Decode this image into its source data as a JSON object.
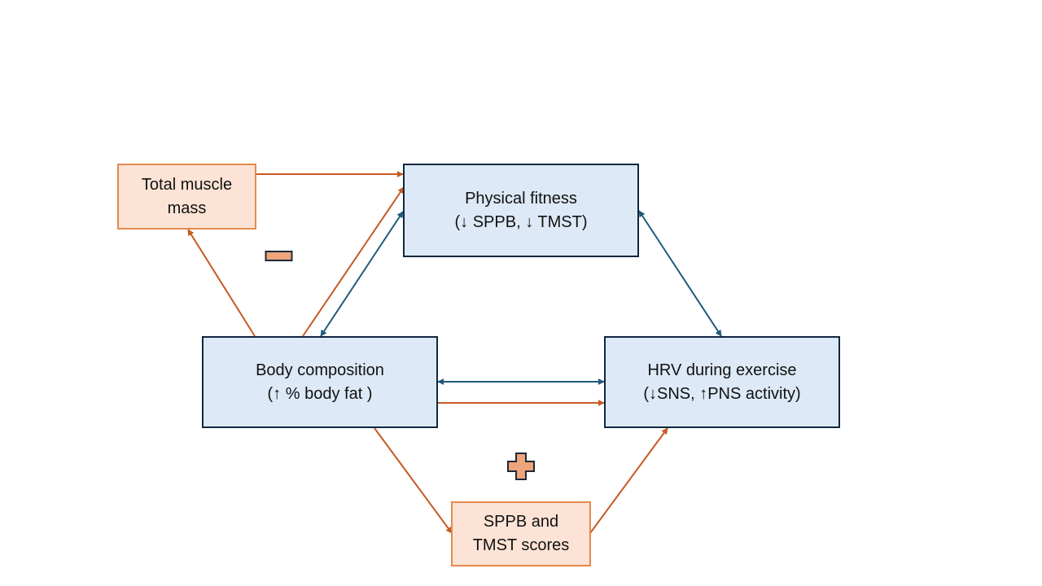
{
  "nodes": {
    "physical_fitness": {
      "line1": "Physical fitness",
      "line2": "(↓ SPPB, ↓ TMST)"
    },
    "body_composition": {
      "line1": "Body composition",
      "line2": "(↑ % body fat )"
    },
    "hrv": {
      "line1": "HRV during exercise",
      "line2": "(↓SNS, ↑PNS activity)"
    },
    "total_muscle_mass": {
      "line1": "Total muscle",
      "line2": "mass"
    },
    "sppb_tmst": {
      "line1": "SPPB and",
      "line2": "TMST scores"
    }
  },
  "signs": {
    "negative": "minus-icon",
    "positive": "plus-icon"
  },
  "colors": {
    "blue_arrow": "#1f5a7a",
    "orange_arrow": "#c55a22",
    "blue_fill": "#dde9f6",
    "orange_fill": "#fce3d5",
    "sign_fill": "#f0a47c"
  }
}
